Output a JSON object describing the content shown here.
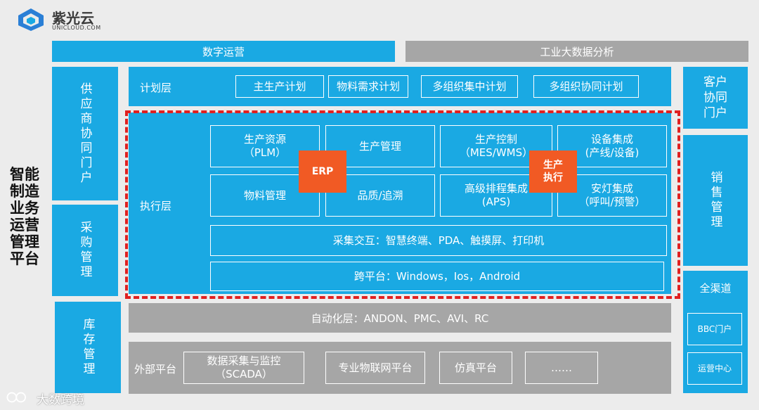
{
  "brand": {
    "name": "紫光云",
    "sub": "UNICLOUD.COM"
  },
  "watermark": "大数跨境",
  "platform_title": "智能制造业务运营管理平台",
  "top": {
    "digital_ops": "数字运营",
    "bigdata": "工业大数据分析"
  },
  "left": {
    "supplier_portal": "供应商协同门户",
    "procurement": "采购管理",
    "inventory": "库存管理"
  },
  "right": {
    "customer_portal": "客户协同门户",
    "sales": "销售管理",
    "omnichannel": {
      "title": "全渠道",
      "items": [
        "BBC门户",
        "运营中心"
      ]
    }
  },
  "plan": {
    "label": "计划层",
    "items": [
      "主生产计划",
      "物料需求计划",
      "多组织集中计划",
      "多组织协同计划"
    ]
  },
  "exec": {
    "label": "执行层",
    "row1": [
      "生产资源\n（PLM）",
      "生产管理",
      "生产控制\n（MES/WMS）",
      "设备集成\n(产线/设备)"
    ],
    "row2": [
      "物料管理",
      "品质/追溯",
      "高级排程集成\n(APS)",
      "安灯集成\n（呼叫/预警）"
    ],
    "collect": "采集交互：智慧终端、PDA、触摸屏、打印机",
    "cross": "跨平台：Windows，Ios，Android",
    "erp": "ERP",
    "prod_exec": "生产\n执行"
  },
  "automation": "自动化层：ANDON、PMC、AVI、RC",
  "external": {
    "label": "外部平台",
    "items": [
      "数据采集与监控\n（SCADA）",
      "专业物联网平台",
      "仿真平台",
      "……"
    ]
  },
  "colors": {
    "blue": "#1aa9e3",
    "gray": "#a6a6a6",
    "orange": "#f15a24",
    "red_dash": "#e02020"
  }
}
